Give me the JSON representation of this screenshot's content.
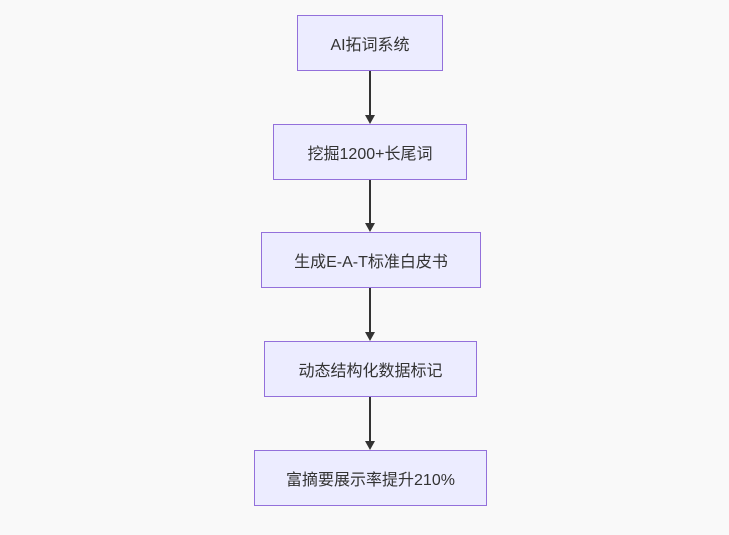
{
  "diagram": {
    "type": "flowchart",
    "direction": "top-down",
    "colors": {
      "background": "#f9f9f9",
      "node_fill": "#ECECFF",
      "node_border": "#9370DB",
      "node_text": "#333333",
      "arrow": "#333333"
    },
    "nodes": [
      {
        "id": "node-1",
        "label": "AI拓词系统"
      },
      {
        "id": "node-2",
        "label": "挖掘1200+长尾词"
      },
      {
        "id": "node-3",
        "label": "生成E-A-T标准白皮书"
      },
      {
        "id": "node-4",
        "label": "动态结构化数据标记"
      },
      {
        "id": "node-5",
        "label": "富摘要展示率提升210%"
      }
    ],
    "edges": [
      {
        "from": "node-1",
        "to": "node-2"
      },
      {
        "from": "node-2",
        "to": "node-3"
      },
      {
        "from": "node-3",
        "to": "node-4"
      },
      {
        "from": "node-4",
        "to": "node-5"
      }
    ]
  }
}
